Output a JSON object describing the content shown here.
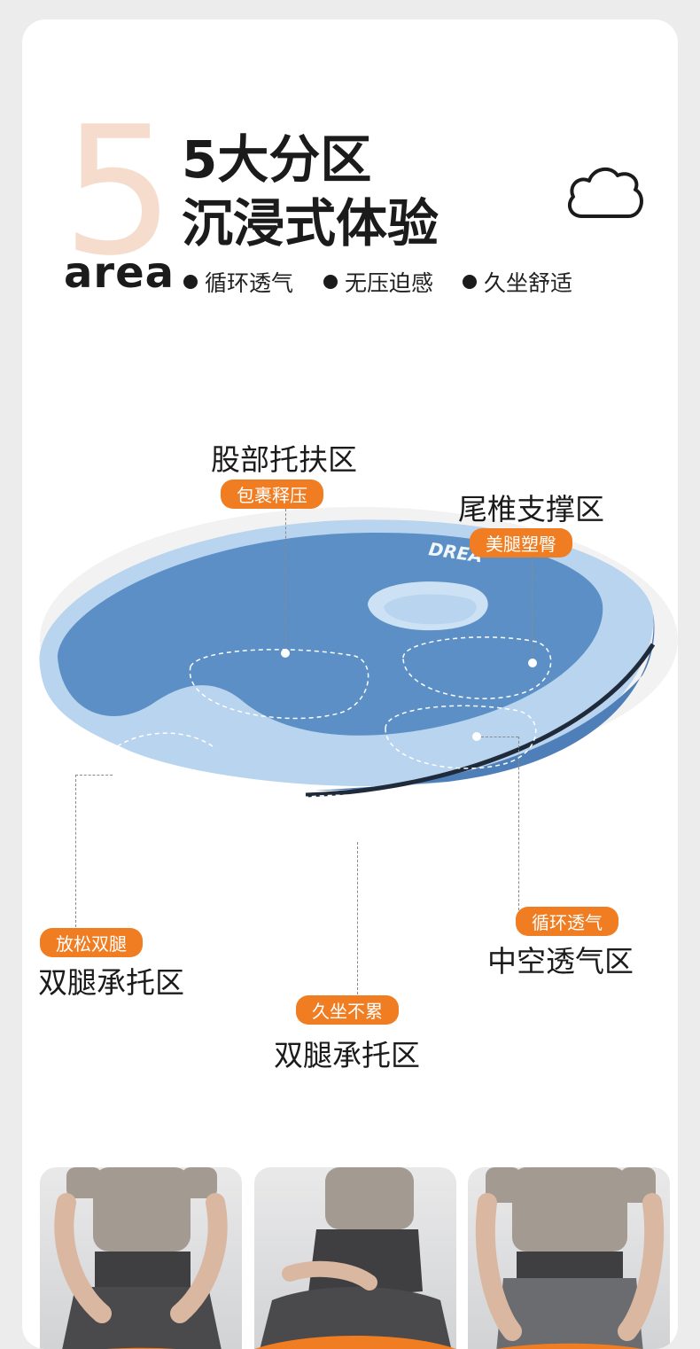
{
  "header": {
    "big_number": "5",
    "area_word": "area",
    "title_line1": "5大分区",
    "title_line2": "沉浸式体验",
    "features": [
      "循环透气",
      "无压迫感",
      "久坐舒适"
    ]
  },
  "product": {
    "brand_text": "DREA"
  },
  "zones": {
    "hip": {
      "title": "股部托扶区",
      "tag": "包裹释压"
    },
    "tailbone": {
      "title": "尾椎支撑区",
      "tag": "美腿塑臀"
    },
    "legs_left": {
      "title": "双腿承托区",
      "tag": "放松双腿"
    },
    "hollow": {
      "title": "中空透气区",
      "tag": "循环透气"
    },
    "legs_center": {
      "title": "双腿承托区",
      "tag": "久坐不累"
    }
  },
  "colors": {
    "accent": "#f07d22",
    "cushion_blue": "#5b8fc6",
    "cushion_light": "#b9d4ee"
  }
}
